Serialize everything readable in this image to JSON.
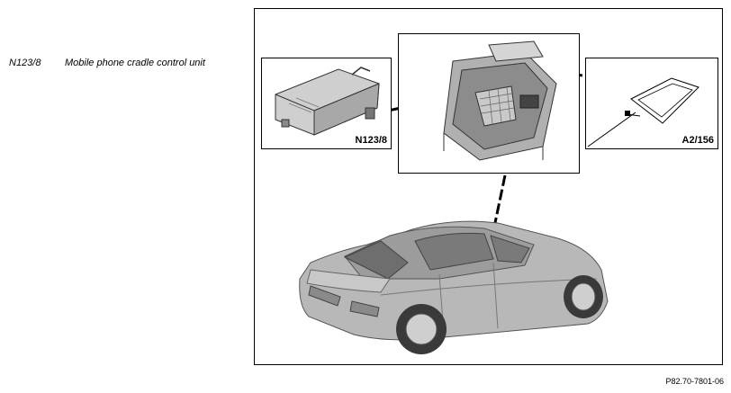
{
  "legend": [
    {
      "code": "N123/8",
      "text": "Mobile phone cradle control unit"
    }
  ],
  "insets": {
    "control_unit_label": "N123/8",
    "antenna_label": "A2/156"
  },
  "figure_id": "P82.70-7801-06",
  "colors": {
    "line": "#000000",
    "car_body": "#b5b5b5",
    "part_gray": "#9a9a9a"
  }
}
